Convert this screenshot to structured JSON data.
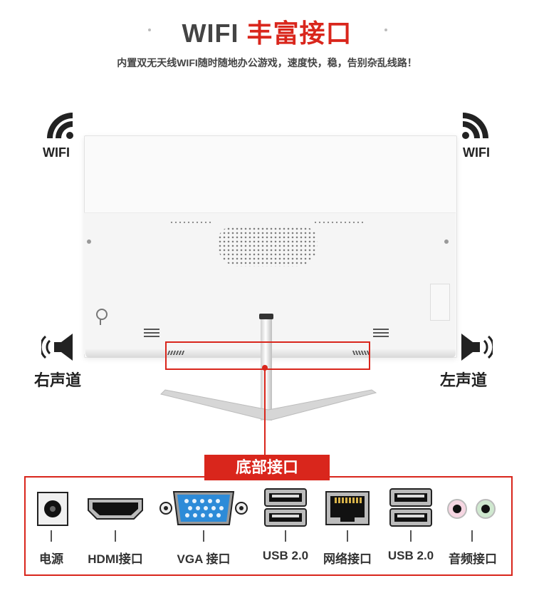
{
  "header": {
    "title_part1": "WIFI",
    "title_part2": "丰富接口",
    "subtitle": "内置双无天线WIFI随时随地办公游戏，速度快，稳，告别杂乱线路！"
  },
  "sides": {
    "wifi_left": "WIFI",
    "wifi_right": "WIFI",
    "speaker_left": "右声道",
    "speaker_right": "左声道"
  },
  "ports": {
    "tab_label": "底部接口",
    "items": [
      {
        "label": "电源",
        "icon": "power-port-icon"
      },
      {
        "label": "HDMI接口",
        "icon": "hdmi-port-icon"
      },
      {
        "label": "VGA 接口",
        "icon": "vga-port-icon"
      },
      {
        "label": "USB 2.0",
        "icon": "usb-port-icon"
      },
      {
        "label": "网络接口",
        "icon": "ethernet-port-icon"
      },
      {
        "label": "USB 2.0",
        "icon": "usb-port-icon"
      },
      {
        "label": "音频接口",
        "icon": "audio-port-icon"
      }
    ]
  },
  "colors": {
    "accent": "#d9261c",
    "vga_blue": "#2d8bd8"
  }
}
